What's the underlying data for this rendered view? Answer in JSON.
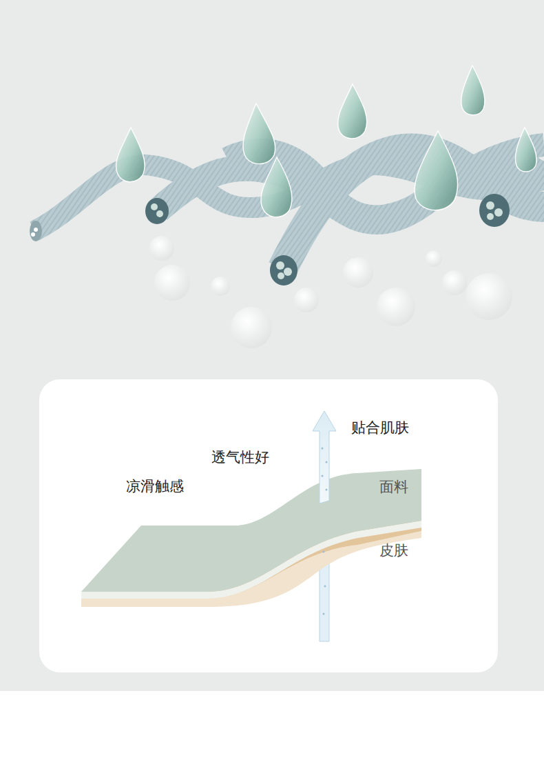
{
  "diagram": {
    "labels": [
      "贴合肌肤",
      "透气性好",
      "凉滑触感",
      "面料",
      "皮肤"
    ]
  }
}
